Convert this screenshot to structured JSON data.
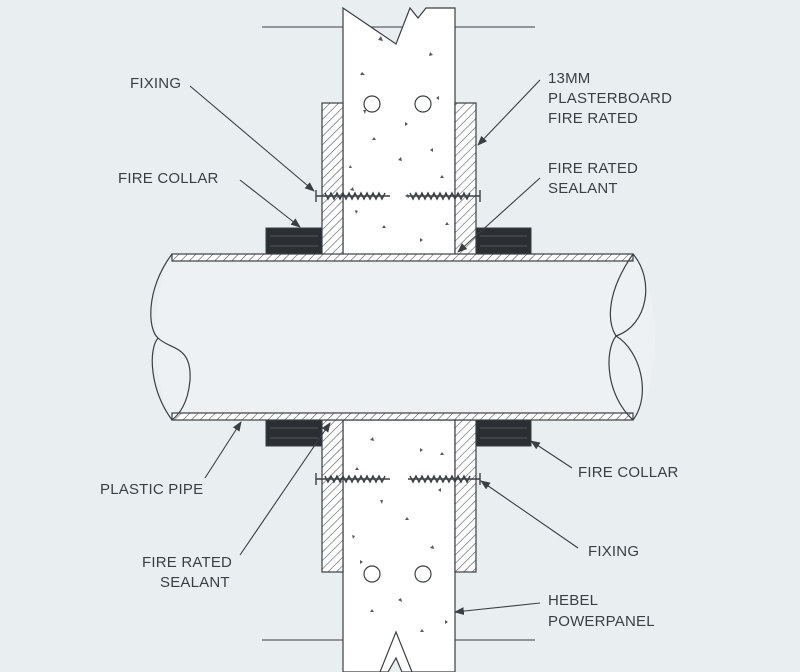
{
  "labels": {
    "fixing_top": "FIXING",
    "plasterboard_1": "13MM",
    "plasterboard_2": "PLASTERBOARD",
    "plasterboard_3": "FIRE RATED",
    "fire_collar_top": "FIRE COLLAR",
    "sealant_top_1": "FIRE RATED",
    "sealant_top_2": "SEALANT",
    "plastic_pipe": "PLASTIC PIPE",
    "fire_collar_bottom": "FIRE COLLAR",
    "sealant_bottom_1": "FIRE RATED",
    "sealant_bottom_2": "SEALANT",
    "fixing_bottom": "FIXING",
    "hebel_1": "HEBEL",
    "hebel_2": "POWERPANEL"
  },
  "colors": {
    "background": "#e9eef1",
    "line": "#3a3f44",
    "panel_fill": "#ffffff",
    "collar_fill": "#2b2f33"
  }
}
